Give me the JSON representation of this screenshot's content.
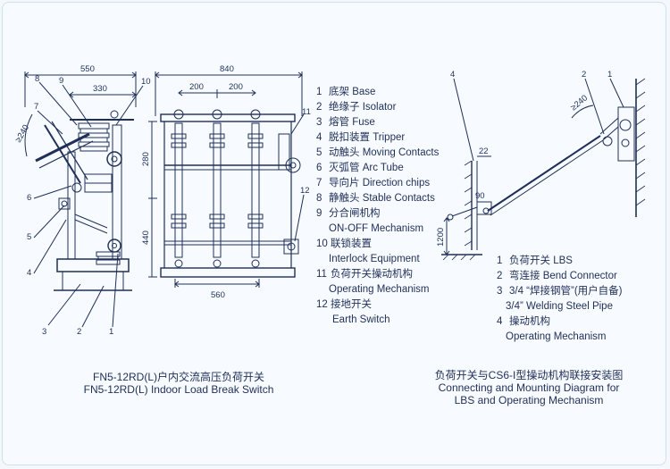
{
  "left_diagram": {
    "dims_top": [
      "550",
      "330"
    ],
    "dims_side": [
      "≥240"
    ],
    "callouts": [
      "8",
      "9",
      "7",
      "10",
      "6",
      "5",
      "4",
      "3",
      "2",
      "1"
    ]
  },
  "front_view": {
    "dims_top": [
      "840",
      "200",
      "200"
    ],
    "dims_side": [
      "280",
      "440"
    ],
    "dims_bottom": [
      "560"
    ],
    "callouts": [
      "11",
      "12"
    ]
  },
  "legend_parts": [
    {
      "num": "1",
      "text": "底架 Base"
    },
    {
      "num": "2",
      "text": "绝缘子 Isolator"
    },
    {
      "num": "3",
      "text": "熔管 Fuse"
    },
    {
      "num": "4",
      "text": "脱扣装置 Tripper"
    },
    {
      "num": "5",
      "text": "动触头 Moving Contacts"
    },
    {
      "num": "6",
      "text": "灭弧管 Arc Tube"
    },
    {
      "num": "7",
      "text": "导向片 Direction chips"
    },
    {
      "num": "8",
      "text": "静触头 Stable Contacts"
    },
    {
      "num": "9",
      "text": "分合闸机构"
    },
    {
      "num": "",
      "text": "ON-OFF Mechanism"
    },
    {
      "num": "10",
      "text": "联锁装置"
    },
    {
      "num": "",
      "text": "Interlock Equipment"
    },
    {
      "num": "11",
      "text": "负荷开关操动机构"
    },
    {
      "num": "",
      "text": "Operating Mechanism"
    },
    {
      "num": "12",
      "text": "接地开关"
    },
    {
      "num": "",
      "text": "Earth Switch"
    }
  ],
  "right_diagram": {
    "callouts": [
      "4",
      "2",
      "1"
    ],
    "dims": [
      "≥240",
      "22",
      "90",
      "1200"
    ]
  },
  "legend_mount": [
    {
      "num": "1",
      "text": "负荷开关 LBS"
    },
    {
      "num": "2",
      "text": "弯连接 Bend Connector"
    },
    {
      "num": "3",
      "text": "3/4 “焊接钢管”(用户自备)"
    },
    {
      "num": "",
      "text": "3/4” Welding Steel Pipe"
    },
    {
      "num": "4",
      "text": "操动机构"
    },
    {
      "num": "",
      "text": "Operating Mechanism"
    }
  ],
  "caption_left": {
    "line1": "FN5-12RD(L)户内交流高压负荷开关",
    "line2": "FN5-12RD(L) Indoor Load Break Switch"
  },
  "caption_right": {
    "line1": "负荷开关与CS6-I型操动机构联接安装图",
    "line2": "Connecting and Mounting Diagram for",
    "line3": "LBS and Operating Mechanism"
  }
}
